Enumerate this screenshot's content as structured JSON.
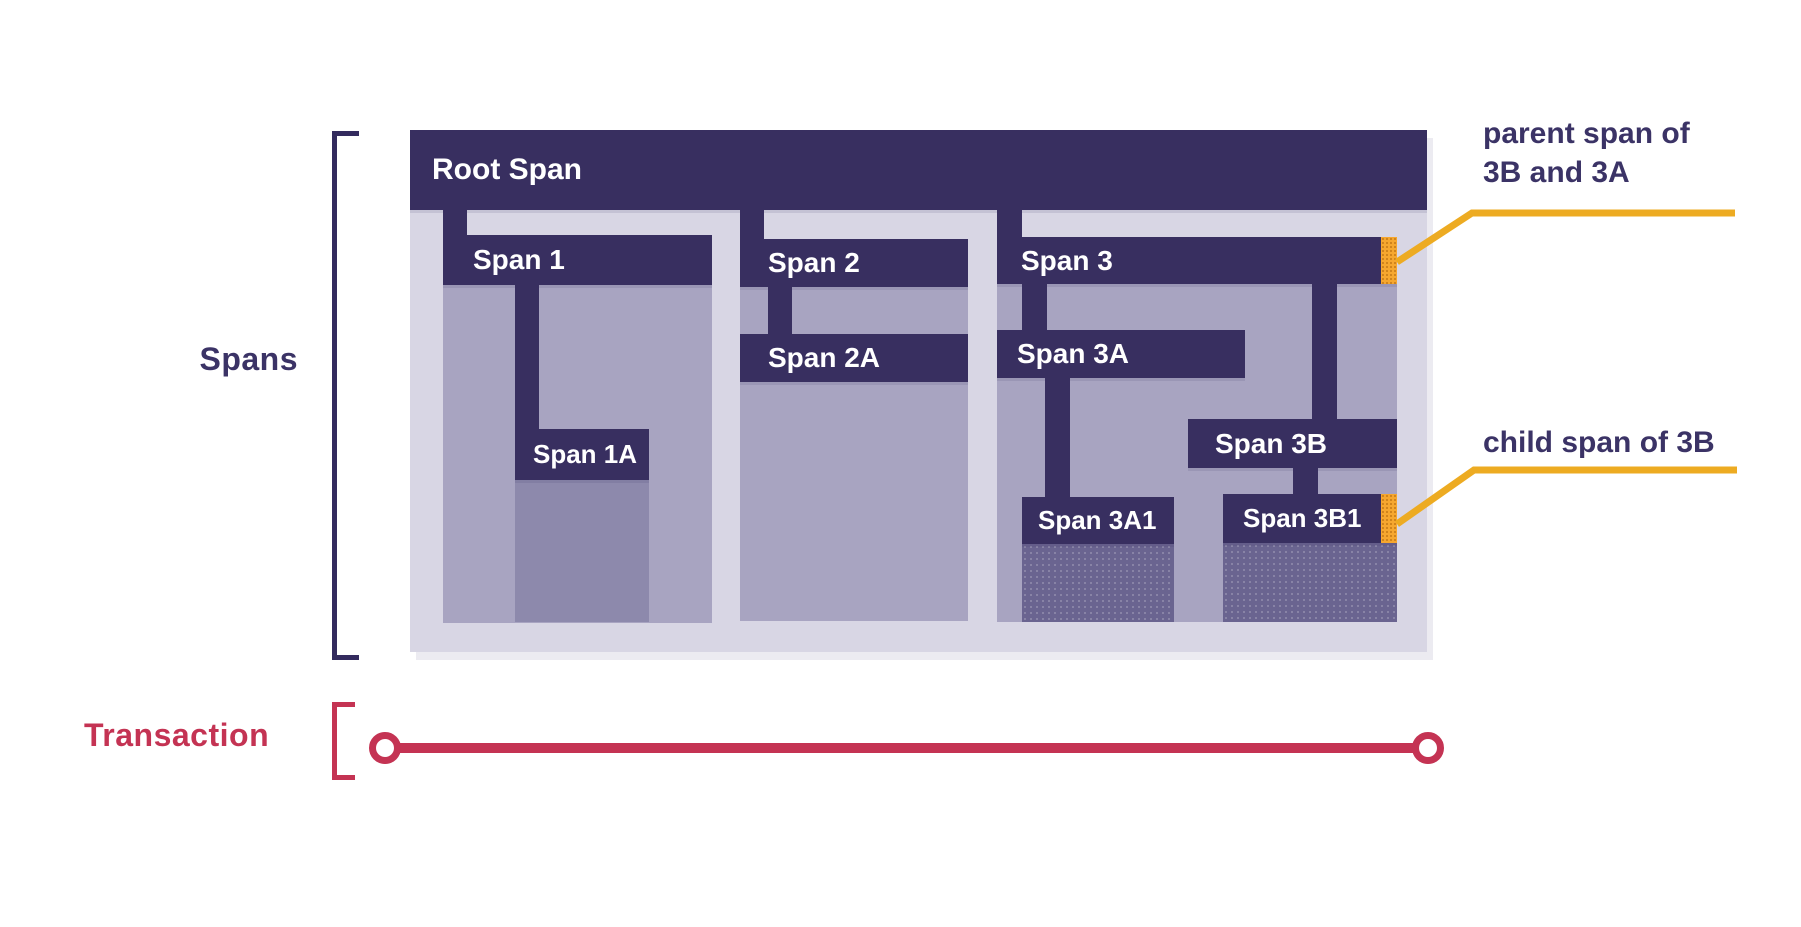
{
  "diagram": {
    "side_labels": {
      "spans": "Spans",
      "transaction": "Transaction"
    },
    "tree": {
      "root": "Root Span",
      "span1": "Span 1",
      "span1a": "Span 1A",
      "span2": "Span 2",
      "span2a": "Span 2A",
      "span3": "Span 3",
      "span3a": "Span 3A",
      "span3a1": "Span 3A1",
      "span3b": "Span 3B",
      "span3b1": "Span 3B1"
    },
    "annotations": {
      "parent_line1": "parent span of",
      "parent_line2": "3B and 3A",
      "child": "child span of 3B"
    },
    "colors": {
      "span_dark": "#382f60",
      "container_lavender": "#d8d6e4",
      "duration_medium": "#a8a4c1",
      "duration_shade_light": "#8d89ac",
      "duration_shade_dark": "#6a6490",
      "highlight_orange": "#f6a72f",
      "callout_gold": "#edab22",
      "transaction_red": "#c43353",
      "text_dark": "#3b3366"
    }
  }
}
